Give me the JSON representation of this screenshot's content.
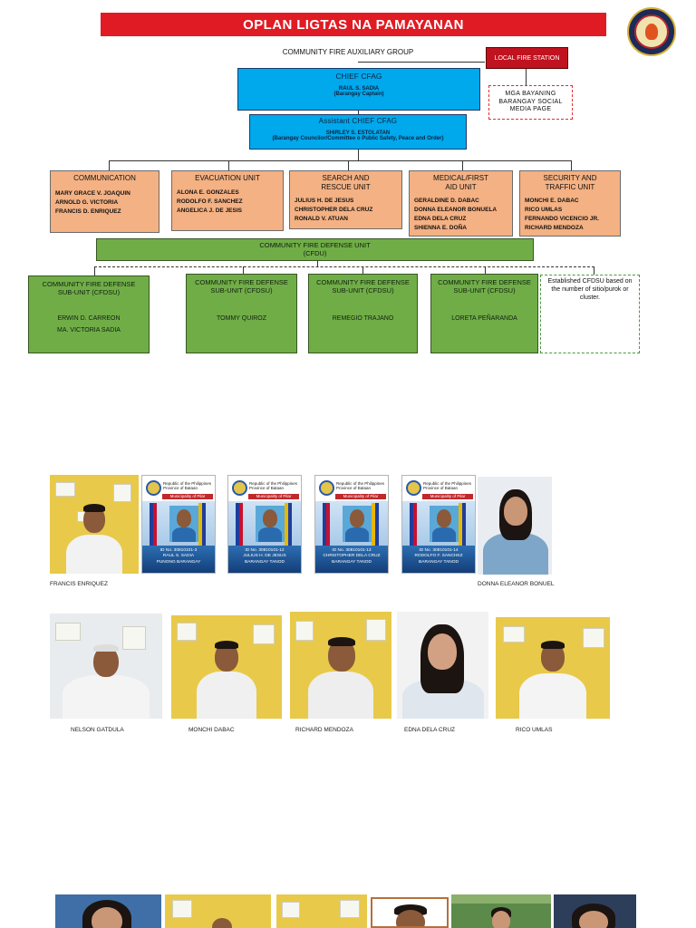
{
  "header": {
    "title": "OPLAN LIGTAS NA PAMAYANAN",
    "group_label": "COMMUNITY FIRE AUXILIARY GROUP",
    "local_fire_station": "LOCAL FIRE STATION",
    "bayaning_line1": "MGA BAYANING",
    "bayaning_line2": "BARANGAY SOCIAL",
    "bayaning_line3": "MEDIA PAGE"
  },
  "chief": {
    "title": "CHIEF CFAG",
    "name": "RAUL S. SADIA",
    "role": "(Barangay Captain)"
  },
  "assistant": {
    "title": "Assistant CHIEF CFAG",
    "name": "SHIRLEY S. ESTOLATAN",
    "role": "(Barangay Councilor/Committee o Public Safety, Peace and Order)"
  },
  "units": [
    {
      "name": "COMMUNICATION",
      "name2": "",
      "members": [
        "MARY GRACE V. JOAQUIN",
        "ARNOLD G. VICTORIA",
        "FRANCIS D. ENRIQUEZ"
      ]
    },
    {
      "name": "EVACUATION UNIT",
      "name2": "",
      "members": [
        "ALONA E. GONZALES",
        "RODOLFO F. SANCHEZ",
        "ANGELICA J. DE JESIS"
      ]
    },
    {
      "name": "SEARCH AND",
      "name2": "RESCUE UNIT",
      "members": [
        "JULIUS H. DE JESUS",
        "CHRISTOPHER DELA CRUZ",
        "RONALD V. ATUAN"
      ]
    },
    {
      "name": "MEDICAL/FIRST",
      "name2": "AID UNIT",
      "members": [
        "GERALDINE D. DABAC",
        "DONNA ELEANOR BONUELA",
        "EDNA DELA CRUZ",
        "SHIENNA E. DOÑA"
      ]
    },
    {
      "name": "SECURITY AND",
      "name2": "TRAFFIC UNIT",
      "members": [
        "MONCHI E. DABAC",
        "RICO UMLAS",
        "FERNANDO VICENCIO JR.",
        "RICHARD MENDOZA"
      ]
    }
  ],
  "cfdu": {
    "line1": "COMMUNITY FIRE DEFENSE UNIT",
    "line2": "(CFDU)"
  },
  "subunits": [
    {
      "line1": "COMMUNITY FIRE DEFENSE",
      "line2": "SUB-UNIT (CFDSU)",
      "members": [
        "ERWIN D. CARREON",
        "MA. VICTORIA SADIA"
      ]
    },
    {
      "line1": "COMMUNITY FIRE DEFENSE",
      "line2": "SUB-UNIT (CFDSU)",
      "members": [
        "TOMMY QUIROZ"
      ]
    },
    {
      "line1": "COMMUNITY FIRE DEFENSE",
      "line2": "SUB-UNIT (CFDSU)",
      "members": [
        "REMEGIO TRAJANO"
      ]
    },
    {
      "line1": "COMMUNITY FIRE DEFENSE",
      "line2": "SUB-UNIT (CFDSU)",
      "members": [
        "LORETA PEÑARANDA"
      ]
    }
  ],
  "established_note": "Established CFDSU based on the number of sitio/purok or cluster.",
  "id_cards": [
    {
      "republic": "Republic of the Philippines",
      "province": "Province of Bataan",
      "municipality": "Municipality of Pilar",
      "id_no": "ID No. 30810101-3",
      "name": "RAUL S. SADIA",
      "position": "PUNONG BARANGAY"
    },
    {
      "republic": "Republic of the Philippines",
      "province": "Province of Bataan",
      "municipality": "Municipality of Pilar",
      "id_no": "ID No. 30810101-12",
      "name": "JULIUS H. DE JESUS",
      "position": "BARANGAY TANOD"
    },
    {
      "republic": "Republic of the Philippines",
      "province": "Province of Bataan",
      "municipality": "Municipality of Pilar",
      "id_no": "ID No. 30810101-13",
      "name": "CHRISTOPHER DELA CRUZ",
      "position": "BARANGAY TANOD"
    },
    {
      "republic": "Republic of the Philippines",
      "province": "Province of Bataan",
      "municipality": "Municipality of Pilar",
      "id_no": "ID No. 30810101-14",
      "name": "RODOLFO F. SANCHEZ",
      "position": "BARANGAY TANOD"
    }
  ],
  "captions_row1": [
    "FRANCIS ENRIQUEZ",
    "DONNA ELEANOR BONUEL"
  ],
  "captions_row2": [
    "NELSON GATDULA",
    "MONCHI DABAC",
    "RICHARD MENDOZA",
    "EDNA DELA CRUZ",
    "RICO UMLAS"
  ]
}
